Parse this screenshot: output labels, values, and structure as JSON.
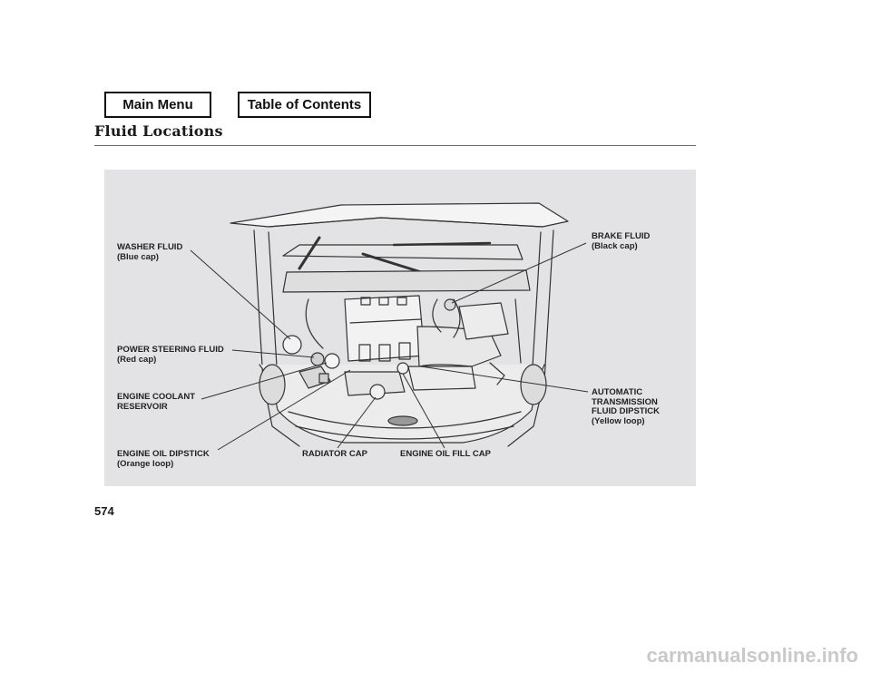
{
  "nav": {
    "main_menu": "Main Menu",
    "table_of_contents": "Table of Contents"
  },
  "page": {
    "title": "Fluid Locations",
    "number": "574"
  },
  "callouts": {
    "washer_fluid": {
      "name": "WASHER FLUID",
      "note": "(Blue cap)"
    },
    "power_steering": {
      "name": "POWER STEERING FLUID",
      "note": "(Red cap)"
    },
    "engine_coolant": {
      "line1": "ENGINE COOLANT",
      "line2": "RESERVOIR"
    },
    "engine_oil_dipstick": {
      "name": "ENGINE OIL DIPSTICK",
      "note": "(Orange loop)"
    },
    "radiator_cap": "RADIATOR CAP",
    "engine_oil_fill_cap": "ENGINE OIL FILL CAP",
    "brake_fluid": {
      "name": "BRAKE FLUID",
      "note": "(Black cap)"
    },
    "atf_dipstick": {
      "line1": "AUTOMATIC",
      "line2": "TRANSMISSION",
      "line3": "FLUID DIPSTICK",
      "note": "(Yellow loop)"
    }
  },
  "watermark": "carmanualsonline.info"
}
